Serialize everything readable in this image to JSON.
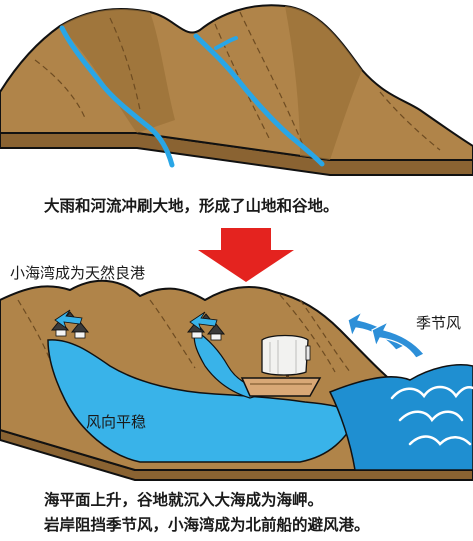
{
  "captions": {
    "before": "大雨和河流冲刷大地，形成了山地和谷地。",
    "title_after": "小海湾成为天然良港",
    "seasonal_wind": "季节风",
    "calm_wind": "风向平稳",
    "after_line1": "海平面上升，谷地就沉入大海成为海岬。",
    "after_line2": "岩岸阻挡季节风，小海湾成为北前船的避风港。"
  },
  "colors": {
    "land": "#b08449",
    "land_side": "#8a6332",
    "land_dark": "#6e4c22",
    "river": "#29a6e6",
    "sea": "#39b3e9",
    "sea_dark": "#1f8fd1",
    "arrow": "#e4231f",
    "wind_arrow": "#2d8fd8",
    "house_roof": "#3a3a3a",
    "ship_hull": "#d9a876",
    "sail": "#f2f2f0"
  }
}
